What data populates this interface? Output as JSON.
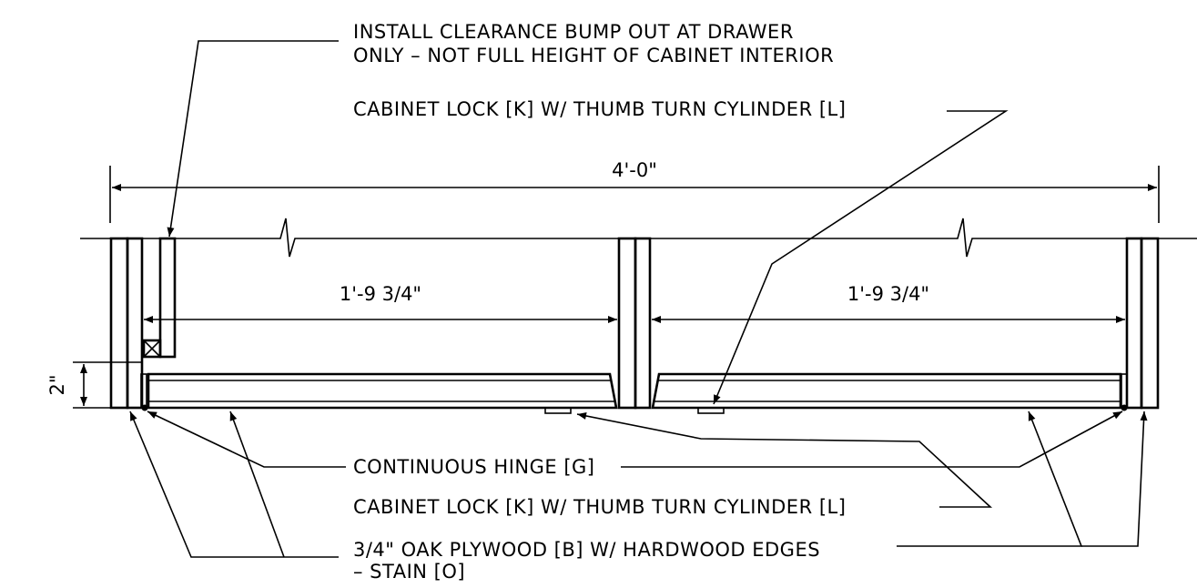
{
  "title": "",
  "labels": {
    "clearance_line1": "INSTALL CLEARANCE BUMP OUT AT DRAWER",
    "clearance_line2": "ONLY – NOT FULL HEIGHT OF CABINET INTERIOR",
    "lock_top": "CABINET LOCK [K] W/ THUMB TURN CYLINDER [L]",
    "hinge": "CONTINUOUS HINGE [G]",
    "lock_bottom": "CABINET LOCK [K] W/ THUMB TURN CYLINDER [L]",
    "plywood_line1": "3/4\" OAK PLYWOOD [B] W/ HARDWOOD EDGES",
    "plywood_line2": "– STAIN [O]"
  },
  "dimensions": {
    "overall": "4'-0\"",
    "left_bay": "1'-9 3/4\"",
    "right_bay": "1'-9 3/4\"",
    "bump_depth": "2\""
  }
}
